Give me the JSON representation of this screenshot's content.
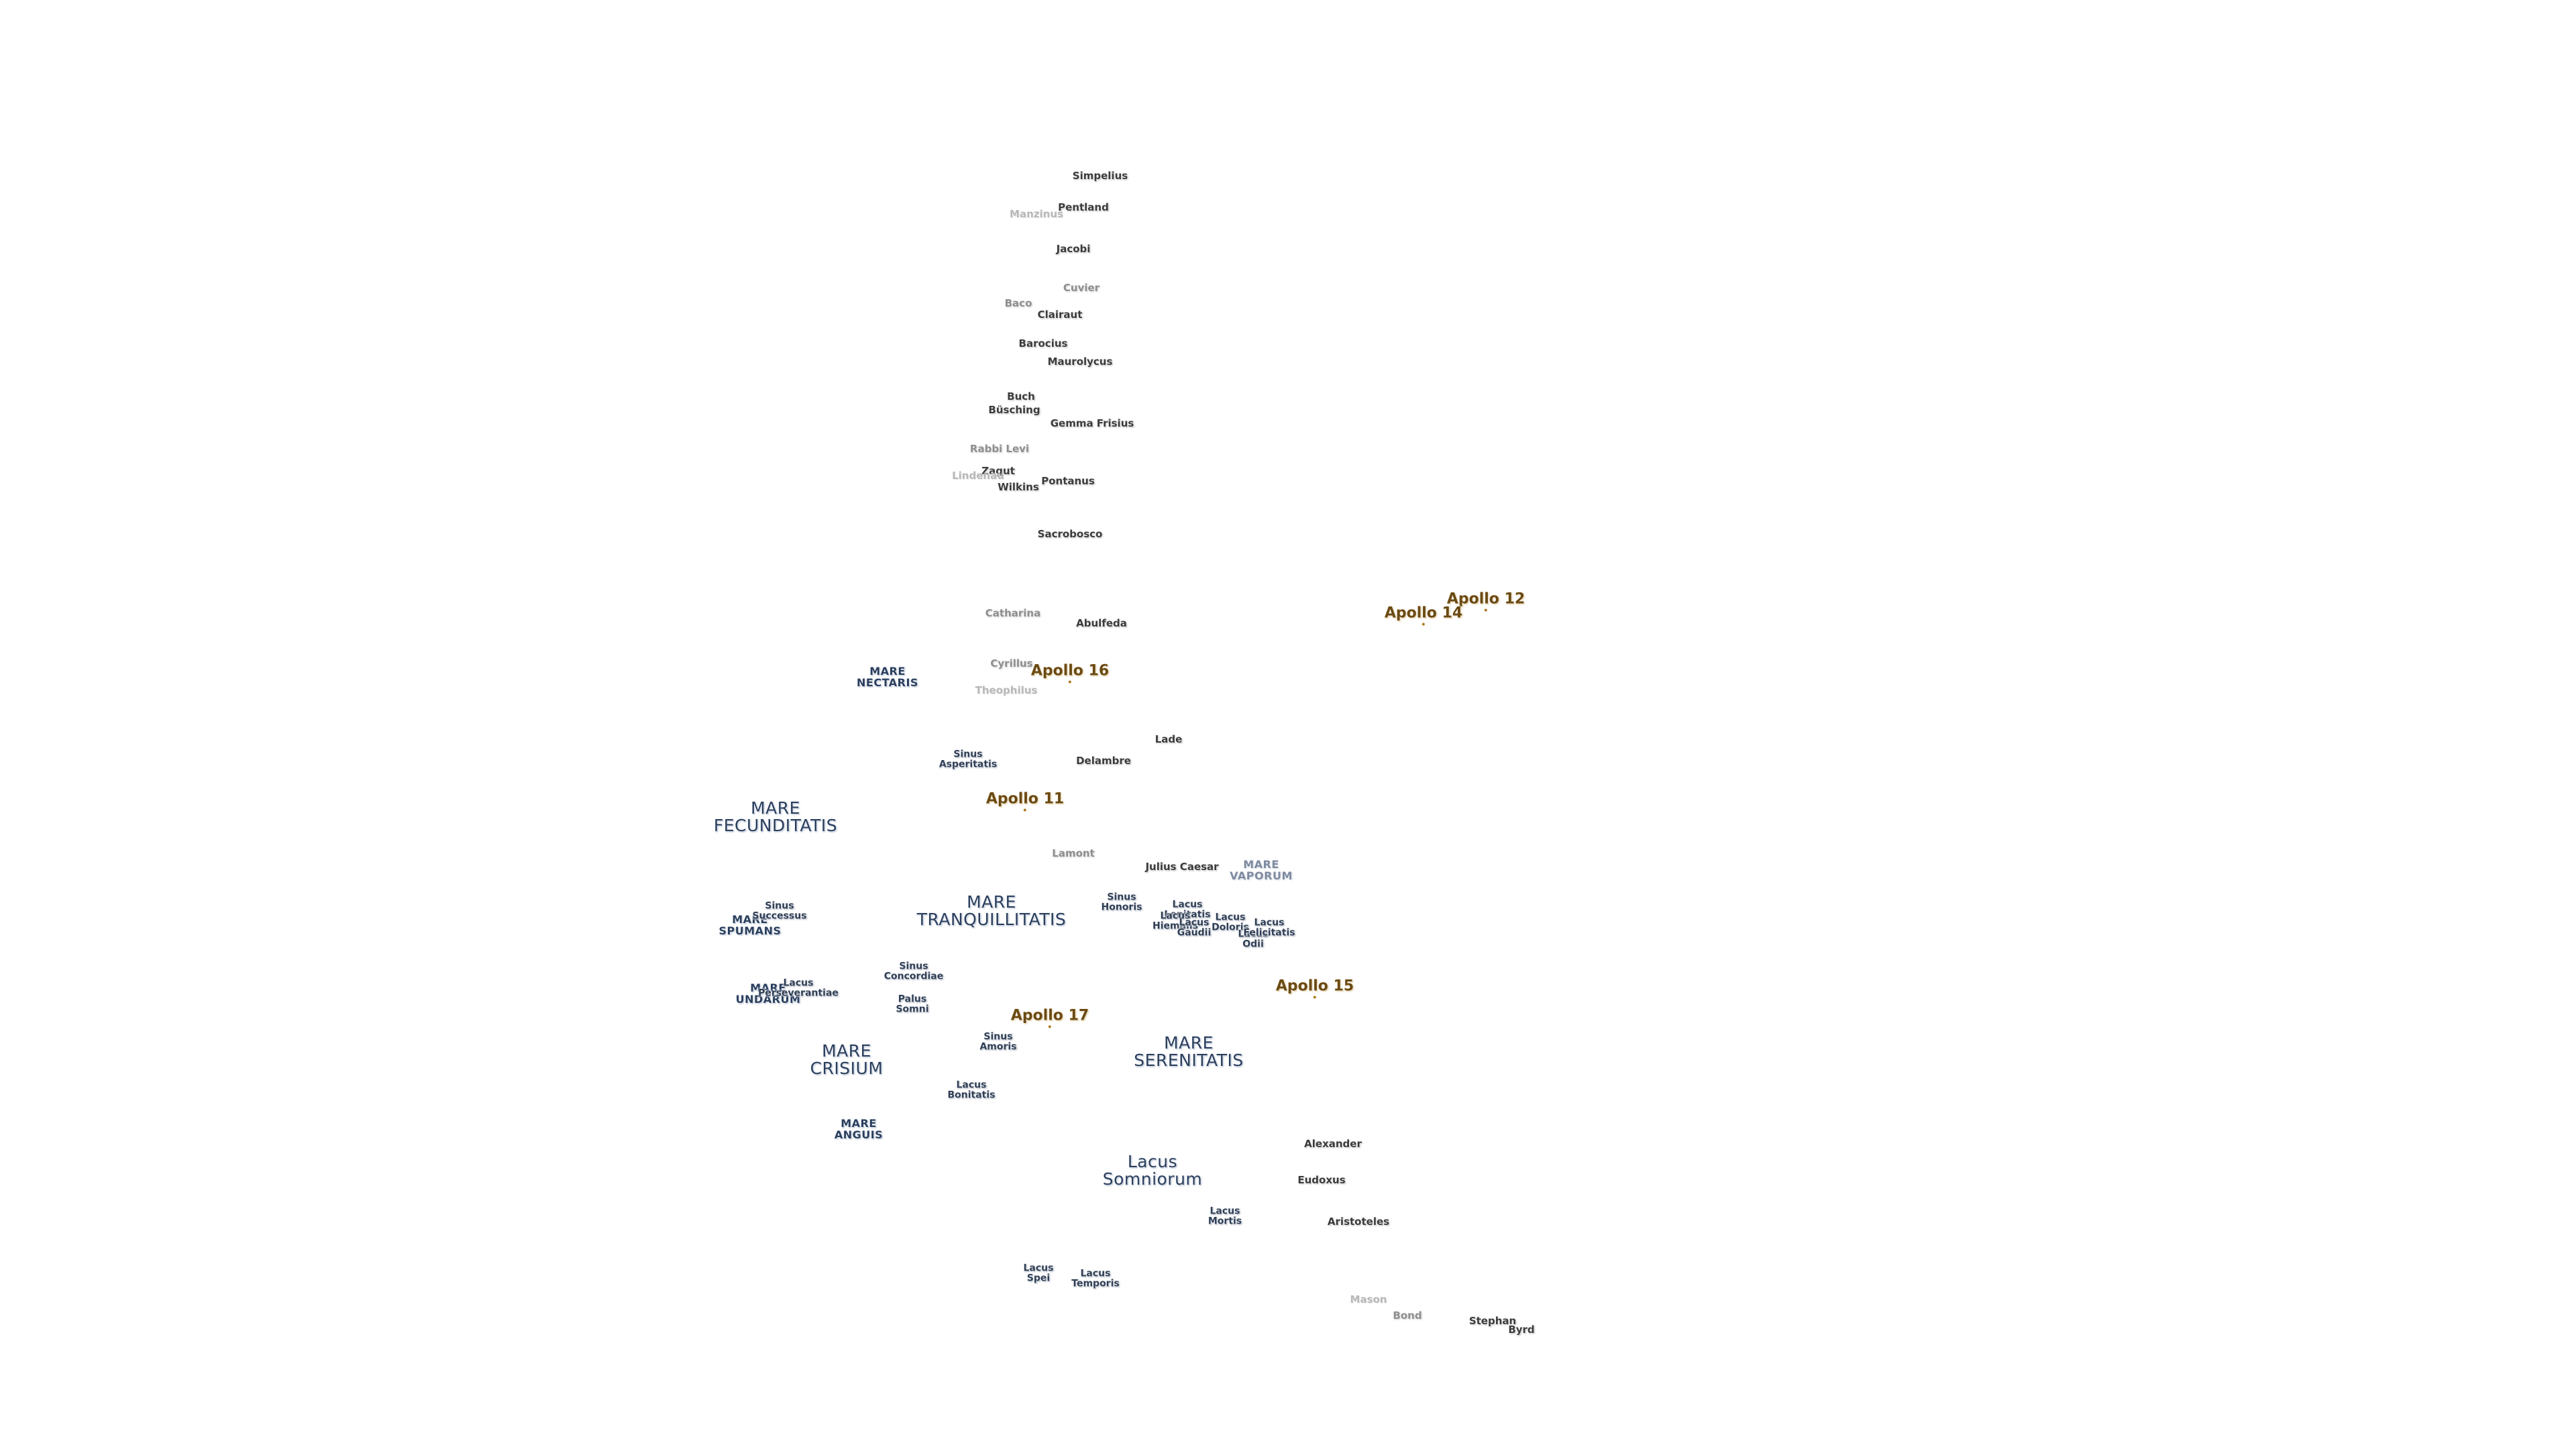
{
  "map": {
    "labels": [
      {
        "text": "Simpelius",
        "kind": "crater"
      },
      {
        "text": "Pentland",
        "kind": "crater"
      },
      {
        "text": "Manzinus",
        "kind": "crater faint"
      },
      {
        "text": "Jacobi",
        "kind": "crater"
      },
      {
        "text": "Cuvier",
        "kind": "crater dim"
      },
      {
        "text": "Baco",
        "kind": "crater dim"
      },
      {
        "text": "Clairaut",
        "kind": "crater"
      },
      {
        "text": "Barocius",
        "kind": "crater"
      },
      {
        "text": "Maurolycus",
        "kind": "crater"
      },
      {
        "text": "Buch",
        "kind": "crater"
      },
      {
        "text": "Büsching",
        "kind": "crater"
      },
      {
        "text": "Gemma Frisius",
        "kind": "crater"
      },
      {
        "text": "Rabbi Levi",
        "kind": "crater dim"
      },
      {
        "text": "Zagut",
        "kind": "crater"
      },
      {
        "text": "Lindenau",
        "kind": "crater faint"
      },
      {
        "text": "Wilkins",
        "kind": "crater"
      },
      {
        "text": "Pontanus",
        "kind": "crater"
      },
      {
        "text": "Sacrobosco",
        "kind": "crater"
      },
      {
        "text": "Catharina",
        "kind": "crater dim"
      },
      {
        "text": "Abulfeda",
        "kind": "crater"
      },
      {
        "text": "Cyrillus",
        "kind": "crater dim"
      },
      {
        "text": "Theophilus",
        "kind": "crater faint"
      },
      {
        "text": "Lade",
        "kind": "crater"
      },
      {
        "text": "Delambre",
        "kind": "crater"
      },
      {
        "text": "Lamont",
        "kind": "crater dim"
      },
      {
        "text": "Julius Caesar",
        "kind": "crater"
      },
      {
        "text": "Alexander",
        "kind": "crater"
      },
      {
        "text": "Eudoxus",
        "kind": "crater"
      },
      {
        "text": "Aristoteles",
        "kind": "crater"
      },
      {
        "text": "Mason",
        "kind": "crater faint"
      },
      {
        "text": "Bond",
        "kind": "crater dim"
      },
      {
        "text": "Stephan",
        "kind": "crater"
      },
      {
        "text": "Byrd",
        "kind": "crater"
      },
      {
        "text": "MARE\nNECTARIS",
        "kind": "mare small"
      },
      {
        "text": "MARE\nFECUNDITATIS",
        "kind": "mare"
      },
      {
        "text": "MARE\nTRANQUILLITATIS",
        "kind": "mare"
      },
      {
        "text": "MARE\nVAPORUM",
        "kind": "mare small faint"
      },
      {
        "text": "MARE\nCRISIUM",
        "kind": "mare"
      },
      {
        "text": "MARE\nSERENITATIS",
        "kind": "mare"
      },
      {
        "text": "MARE\nSPUMANS",
        "kind": "mare small"
      },
      {
        "text": "MARE\nUNDARUM",
        "kind": "mare small"
      },
      {
        "text": "MARE\nANGUIS",
        "kind": "mare small"
      },
      {
        "text": "Lacus\nSomniorum",
        "kind": "mare"
      },
      {
        "text": "Sinus\nAsperitatis",
        "kind": "minor"
      },
      {
        "text": "Sinus\nSuccessus",
        "kind": "minor"
      },
      {
        "text": "Sinus\nConcordiae",
        "kind": "minor"
      },
      {
        "text": "Lacus\nPerseverantiae",
        "kind": "minor"
      },
      {
        "text": "Palus\nSomni",
        "kind": "minor"
      },
      {
        "text": "Sinus\nAmoris",
        "kind": "minor"
      },
      {
        "text": "Lacus\nBonitatis",
        "kind": "minor"
      },
      {
        "text": "Sinus\nHonoris",
        "kind": "minor"
      },
      {
        "text": "Lacus\nLenitatis",
        "kind": "minor"
      },
      {
        "text": "Lacus\nHiemalis",
        "kind": "minor"
      },
      {
        "text": "Lacus\nGaudii",
        "kind": "minor"
      },
      {
        "text": "Lacus\nDoloris",
        "kind": "minor"
      },
      {
        "text": "Lacus\nOdii",
        "kind": "minor"
      },
      {
        "text": "Lacus\nFelicitatis",
        "kind": "minor"
      },
      {
        "text": "Lacus\nMortis",
        "kind": "minor"
      },
      {
        "text": "Lacus\nSpei",
        "kind": "minor"
      },
      {
        "text": "Lacus\nTemporis",
        "kind": "minor"
      },
      {
        "text": "Apollo 12",
        "kind": "apollo"
      },
      {
        "text": "Apollo 14",
        "kind": "apollo"
      },
      {
        "text": "Apollo 16",
        "kind": "apollo"
      },
      {
        "text": "Apollo 11",
        "kind": "apollo"
      },
      {
        "text": "Apollo 15",
        "kind": "apollo"
      },
      {
        "text": "Apollo 17",
        "kind": "apollo"
      }
    ]
  }
}
